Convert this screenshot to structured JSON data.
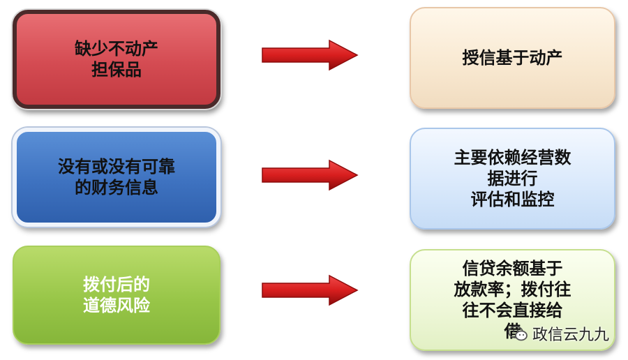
{
  "rows": [
    {
      "left_text": "缺少不动产\n担保品",
      "right_text": "授信基于动产"
    },
    {
      "left_text": "没有或没有可靠\n的财务信息",
      "right_text": "主要依赖经营数\n据进行\n评估和监控"
    },
    {
      "left_text": "拨付后的\n道德风险",
      "right_text": "信贷余额基于\n放款率；拨付往\n往不会直接给\n借"
    }
  ],
  "colors": {
    "arrow_red": "#d81e1e",
    "arrow_dark": "#8c0b0b",
    "row1_left": "#d44b52",
    "row2_left": "#3e72c0",
    "row3_left": "#98c648",
    "row1_right": "#f8e8d0",
    "row2_right": "#d8e8fb",
    "row3_right": "#eef7d8"
  },
  "watermark": {
    "icon": "wechat-icon",
    "text": "政信云九九"
  }
}
